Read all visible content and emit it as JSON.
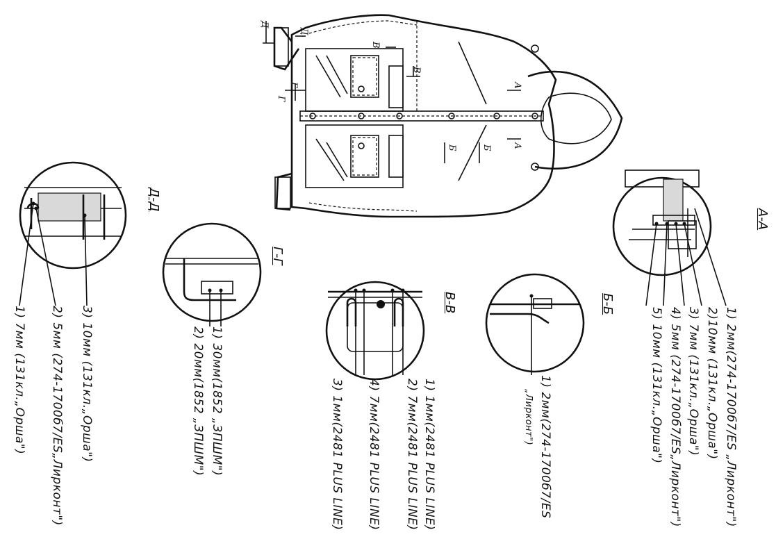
{
  "sections": {
    "AA": {
      "title": "А-А",
      "items": [
        "1) 2мм(274-1700б7/ES „Лирконт\")",
        "2)10мм (131кл.„Орша\")",
        "3) 7мм (131кл.„Орша\")",
        "4) 5мм (274-1700б7/ES„Лирконт\")",
        "5) 10мм (131кл.„Орша\")"
      ]
    },
    "BB": {
      "title": "Б-Б",
      "items": [
        "1) 2мм(274-1700б7/ES",
        "„Лирконт\")"
      ]
    },
    "VV": {
      "title": "В-В",
      "items": [
        "1) 1мм(2481 PLUS LINE)",
        "2) 7мм(2481 PLUS LINE)",
        "3) 1мм(2481 PLUS LINE)",
        "4) 7мм(2481 PLUS LINE)"
      ]
    },
    "GG": {
      "title": "Г-Г",
      "items": [
        "1) 30мм(1852 „ЗПШМ\")",
        "2) 20мм(1852 „ЗПШМ\")"
      ]
    },
    "DD": {
      "title": "Д-Д",
      "items": [
        "3) 10мм (131кл.„Орша\")",
        "2) 5мм (274-1700б7/ES„Лирконт\")",
        "1) 7мм (131кл.„Орша\")"
      ]
    }
  },
  "cut_marks": [
    "Д",
    "Д",
    "В",
    "В",
    "Г",
    "Г",
    "А",
    "А",
    "Б",
    "Б"
  ]
}
